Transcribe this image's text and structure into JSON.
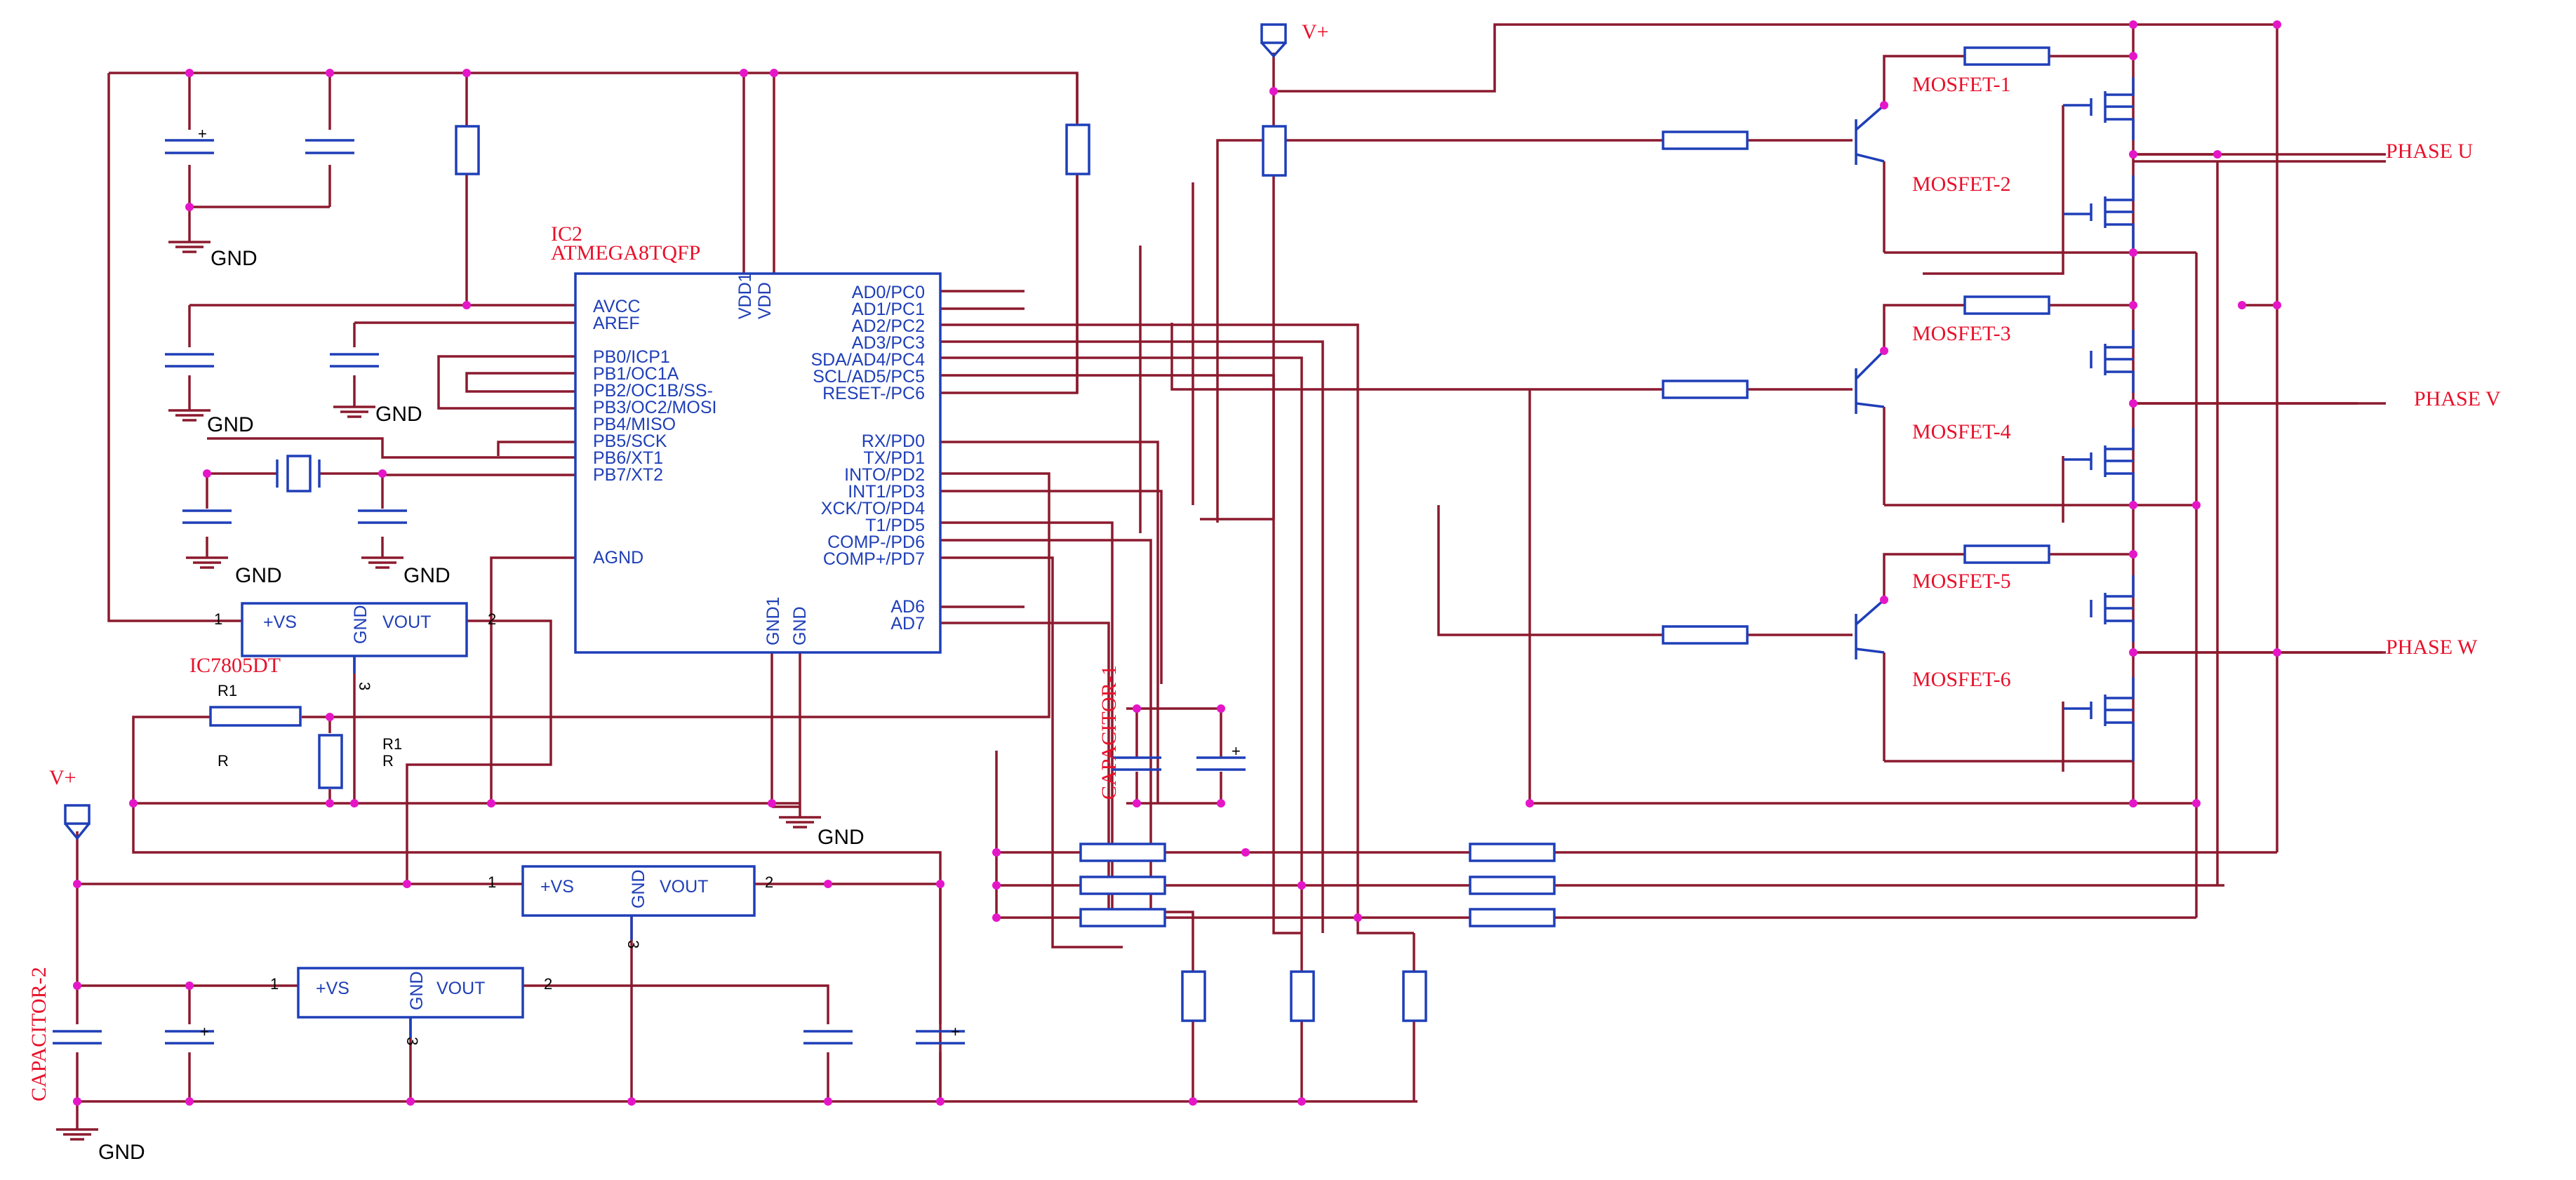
{
  "ic2": {
    "ref": "IC2",
    "part": "ATMEGA8TQFP",
    "left_pins": [
      "AVCC",
      "AREF",
      "PB0/ICP1",
      "PB1/OC1A",
      "PB2/OC1B/SS-",
      "PB3/OC2/MOSI",
      "PB4/MISO",
      "PB5/SCK",
      "PB6/XT1",
      "PB7/XT2",
      "AGND"
    ],
    "right_pins": [
      "AD0/PC0",
      "AD1/PC1",
      "AD2/PC2",
      "AD3/PC3",
      "SDA/AD4/PC4",
      "SCL/AD5/PC5",
      "RESET-/PC6",
      "RX/PD0",
      "TX/PD1",
      "INTO/PD2",
      "INT1/PD3",
      "XCK/TO/PD4",
      "T1/PD5",
      "COMP-/PD6",
      "COMP+/PD7",
      "AD6",
      "AD7"
    ],
    "top_pins": [
      "VDD1",
      "VDD"
    ],
    "bottom_pins": [
      "GND1",
      "GND"
    ]
  },
  "regulators": [
    {
      "ref": "IC7805DT",
      "vs": "+VS",
      "gnd": "GND",
      "vout": "VOUT",
      "pin1": "1",
      "pin2": "2",
      "pin3": "3"
    },
    {
      "ref": "",
      "vs": "+VS",
      "gnd": "GND",
      "vout": "VOUT",
      "pin1": "1",
      "pin2": "2",
      "pin3": "3"
    },
    {
      "ref": "",
      "vs": "+VS",
      "gnd": "GND",
      "vout": "VOUT",
      "pin1": "1",
      "pin2": "2",
      "pin3": "3"
    }
  ],
  "mosfets": [
    "MOSFET-1",
    "MOSFET-2",
    "MOSFET-3",
    "MOSFET-4",
    "MOSFET-5",
    "MOSFET-6"
  ],
  "phases": [
    "PHASE U",
    "PHASE V",
    "PHASE W"
  ],
  "supply_labels": {
    "vplus_top": "V+",
    "vplus_left": "V+"
  },
  "gnd_label": "GND",
  "capacitors": {
    "cap1": "CAPACITOR-1",
    "cap2": "CAPACITOR-2",
    "plus": "+"
  },
  "resistors": {
    "r1_top": "R1",
    "r_top": "R",
    "r1_side": "R1",
    "r_side": "R"
  },
  "colors": {
    "wire": "#8b1a2e",
    "component": "#1f3fb8",
    "junction": "#e516c8",
    "label": "#e8102a"
  }
}
